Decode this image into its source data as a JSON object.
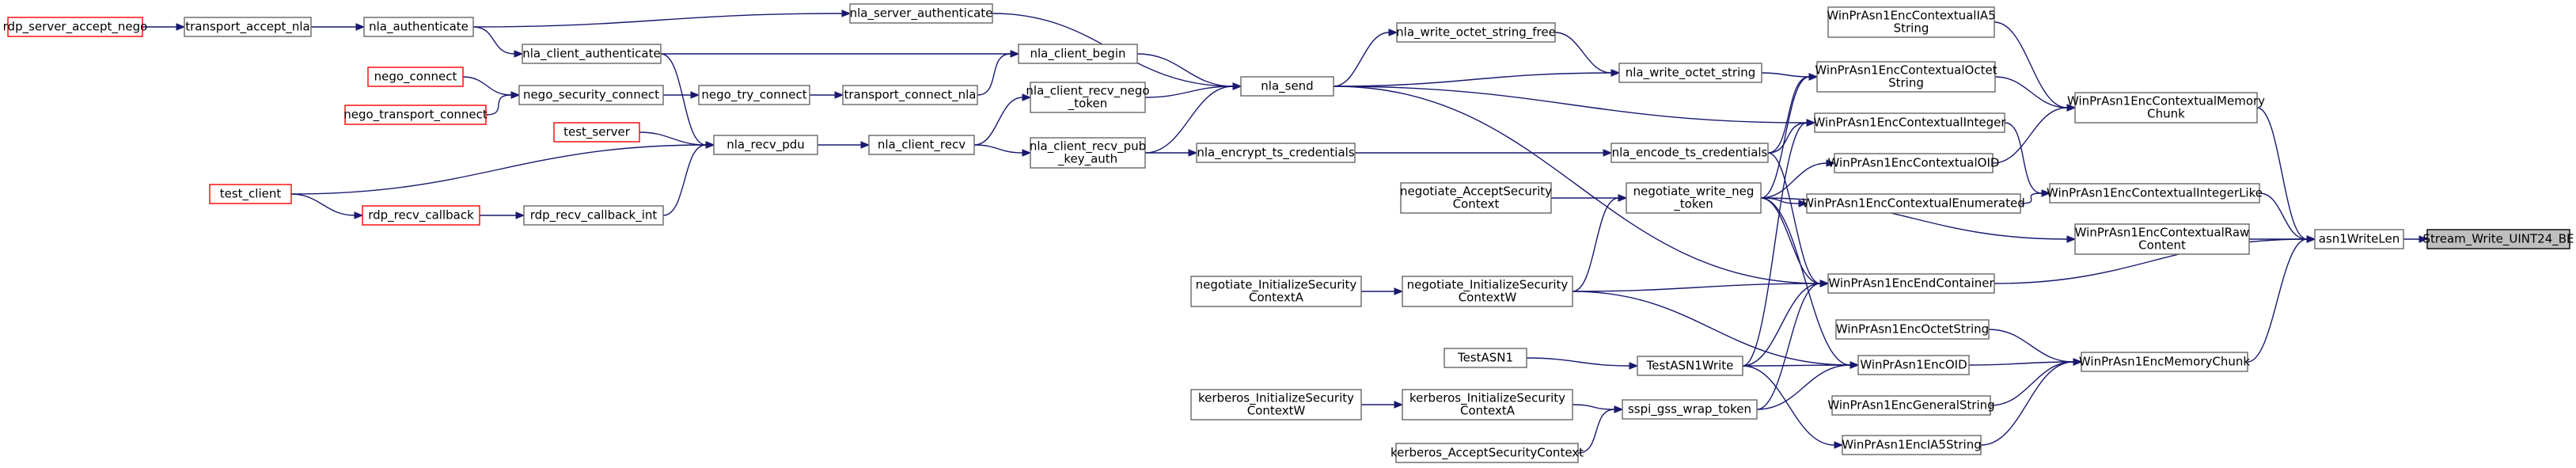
{
  "graph": {
    "colors": {
      "edge": "#191970",
      "border": "#666666",
      "truncated_border": "#ff0000",
      "focus_fill": "#bfbfbf"
    },
    "nodes": {
      "rdp_server_accept_nego": {
        "lines": [
          "rdp_server_accept_nego"
        ],
        "truncated": true
      },
      "transport_accept_nla": {
        "lines": [
          "transport_accept_nla"
        ]
      },
      "nla_authenticate": {
        "lines": [
          "nla_authenticate"
        ]
      },
      "nla_server_authenticate": {
        "lines": [
          "nla_server_authenticate"
        ]
      },
      "nla_client_authenticate": {
        "lines": [
          "nla_client_authenticate"
        ]
      },
      "nla_client_begin": {
        "lines": [
          "nla_client_begin"
        ]
      },
      "nego_connect": {
        "lines": [
          "nego_connect"
        ],
        "truncated": true
      },
      "nego_security_connect": {
        "lines": [
          "nego_security_connect"
        ]
      },
      "nego_try_connect": {
        "lines": [
          "nego_try_connect"
        ]
      },
      "transport_connect_nla": {
        "lines": [
          "transport_connect_nla"
        ]
      },
      "nego_transport_connect": {
        "lines": [
          "nego_transport_connect"
        ],
        "truncated": true
      },
      "test_server": {
        "lines": [
          "test_server"
        ],
        "truncated": true
      },
      "nla_recv_pdu": {
        "lines": [
          "nla_recv_pdu"
        ]
      },
      "nla_client_recv": {
        "lines": [
          "nla_client_recv"
        ]
      },
      "nla_client_recv_nego_token": {
        "lines": [
          "nla_client_recv_nego",
          "_token"
        ]
      },
      "nla_client_recv_pub_key_auth": {
        "lines": [
          "nla_client_recv_pub",
          "_key_auth"
        ]
      },
      "test_client": {
        "lines": [
          "test_client"
        ],
        "truncated": true
      },
      "rdp_recv_callback": {
        "lines": [
          "rdp_recv_callback"
        ],
        "truncated": true
      },
      "rdp_recv_callback_int": {
        "lines": [
          "rdp_recv_callback_int"
        ]
      },
      "nla_send": {
        "lines": [
          "nla_send"
        ]
      },
      "nla_write_octet_string_free": {
        "lines": [
          "nla_write_octet_string_free"
        ]
      },
      "nla_write_octet_string": {
        "lines": [
          "nla_write_octet_string"
        ]
      },
      "nla_encrypt_ts_credentials": {
        "lines": [
          "nla_encrypt_ts_credentials"
        ]
      },
      "nla_encode_ts_credentials": {
        "lines": [
          "nla_encode_ts_credentials"
        ]
      },
      "negotiate_AcceptSecurityContext": {
        "lines": [
          "negotiate_AcceptSecurity",
          "Context"
        ]
      },
      "negotiate_write_neg_token": {
        "lines": [
          "negotiate_write_neg",
          "_token"
        ]
      },
      "negotiate_InitializeSecurityContextA": {
        "lines": [
          "negotiate_InitializeSecurity",
          "ContextA"
        ]
      },
      "negotiate_InitializeSecurityContextW": {
        "lines": [
          "negotiate_InitializeSecurity",
          "ContextW"
        ]
      },
      "TestASN1": {
        "lines": [
          "TestASN1"
        ]
      },
      "TestASN1Write": {
        "lines": [
          "TestASN1Write"
        ]
      },
      "kerberos_InitializeSecurityContextW": {
        "lines": [
          "kerberos_InitializeSecurity",
          "ContextW"
        ]
      },
      "kerberos_InitializeSecurityContextA": {
        "lines": [
          "kerberos_InitializeSecurity",
          "ContextA"
        ]
      },
      "sspi_gss_wrap_token": {
        "lines": [
          "sspi_gss_wrap_token"
        ]
      },
      "kerberos_AcceptSecurityContext": {
        "lines": [
          "kerberos_AcceptSecurityContext"
        ]
      },
      "WinPrAsn1EncContextualIA5String": {
        "lines": [
          "WinPrAsn1EncContextualIA5",
          "String"
        ]
      },
      "WinPrAsn1EncContextualOctetString": {
        "lines": [
          "WinPrAsn1EncContextualOctet",
          "String"
        ]
      },
      "WinPrAsn1EncContextualInteger": {
        "lines": [
          "WinPrAsn1EncContextualInteger"
        ]
      },
      "WinPrAsn1EncContextualOID": {
        "lines": [
          "WinPrAsn1EncContextualOID"
        ]
      },
      "WinPrAsn1EncContextualEnumerated": {
        "lines": [
          "WinPrAsn1EncContextualEnumerated"
        ]
      },
      "WinPrAsn1EncEndContainer": {
        "lines": [
          "WinPrAsn1EncEndContainer"
        ]
      },
      "WinPrAsn1EncOctetString": {
        "lines": [
          "WinPrAsn1EncOctetString"
        ]
      },
      "WinPrAsn1EncOID": {
        "lines": [
          "WinPrAsn1EncOID"
        ]
      },
      "WinPrAsn1EncGeneralString": {
        "lines": [
          "WinPrAsn1EncGeneralString"
        ]
      },
      "WinPrAsn1EncIA5String": {
        "lines": [
          "WinPrAsn1EncIA5String"
        ]
      },
      "WinPrAsn1EncContextualMemoryChunk": {
        "lines": [
          "WinPrAsn1EncContextualMemory",
          "Chunk"
        ]
      },
      "WinPrAsn1EncContextualIntegerLike": {
        "lines": [
          "WinPrAsn1EncContextualIntegerLike"
        ]
      },
      "WinPrAsn1EncContextualRawContent": {
        "lines": [
          "WinPrAsn1EncContextualRaw",
          "Content"
        ]
      },
      "WinPrAsn1EncMemoryChunk": {
        "lines": [
          "WinPrAsn1EncMemoryChunk"
        ]
      },
      "asn1WriteLen": {
        "lines": [
          "asn1WriteLen"
        ]
      },
      "Stream_Write_UINT24_BE": {
        "lines": [
          "Stream_Write_UINT24_BE"
        ],
        "focus": true
      }
    },
    "edges": [
      [
        "rdp_server_accept_nego",
        "transport_accept_nla"
      ],
      [
        "transport_accept_nla",
        "nla_authenticate"
      ],
      [
        "nla_authenticate",
        "nla_server_authenticate"
      ],
      [
        "nla_authenticate",
        "nla_client_authenticate"
      ],
      [
        "nla_server_authenticate",
        "nla_send"
      ],
      [
        "nla_client_authenticate",
        "nla_client_begin"
      ],
      [
        "nla_client_authenticate",
        "nla_recv_pdu"
      ],
      [
        "nla_client_begin",
        "nla_send"
      ],
      [
        "nego_connect",
        "nego_security_connect"
      ],
      [
        "nego_transport_connect",
        "nego_security_connect"
      ],
      [
        "nego_security_connect",
        "nego_try_connect"
      ],
      [
        "nego_try_connect",
        "transport_connect_nla"
      ],
      [
        "transport_connect_nla",
        "nla_client_begin"
      ],
      [
        "test_server",
        "nla_recv_pdu"
      ],
      [
        "test_client",
        "nla_recv_pdu"
      ],
      [
        "test_client",
        "rdp_recv_callback"
      ],
      [
        "rdp_recv_callback",
        "rdp_recv_callback_int"
      ],
      [
        "rdp_recv_callback_int",
        "nla_recv_pdu"
      ],
      [
        "nla_recv_pdu",
        "nla_client_recv"
      ],
      [
        "nla_client_recv",
        "nla_client_recv_nego_token"
      ],
      [
        "nla_client_recv",
        "nla_client_recv_pub_key_auth"
      ],
      [
        "nla_client_recv_nego_token",
        "nla_send"
      ],
      [
        "nla_client_recv_pub_key_auth",
        "nla_send"
      ],
      [
        "nla_client_recv_pub_key_auth",
        "nla_encrypt_ts_credentials"
      ],
      [
        "nla_send",
        "nla_write_octet_string_free"
      ],
      [
        "nla_send",
        "nla_write_octet_string"
      ],
      [
        "nla_send",
        "WinPrAsn1EncContextualInteger"
      ],
      [
        "nla_send",
        "WinPrAsn1EncEndContainer"
      ],
      [
        "nla_write_octet_string_free",
        "nla_write_octet_string"
      ],
      [
        "nla_write_octet_string",
        "WinPrAsn1EncContextualOctetString"
      ],
      [
        "nla_encrypt_ts_credentials",
        "nla_encode_ts_credentials"
      ],
      [
        "nla_encode_ts_credentials",
        "WinPrAsn1EncContextualOctetString"
      ],
      [
        "nla_encode_ts_credentials",
        "WinPrAsn1EncContextualInteger"
      ],
      [
        "nla_encode_ts_credentials",
        "WinPrAsn1EncEndContainer"
      ],
      [
        "negotiate_AcceptSecurityContext",
        "negotiate_write_neg_token"
      ],
      [
        "negotiate_InitializeSecurityContextA",
        "negotiate_InitializeSecurityContextW"
      ],
      [
        "negotiate_InitializeSecurityContextW",
        "negotiate_write_neg_token"
      ],
      [
        "negotiate_InitializeSecurityContextW",
        "WinPrAsn1EncEndContainer"
      ],
      [
        "negotiate_InitializeSecurityContextW",
        "WinPrAsn1EncOID"
      ],
      [
        "negotiate_write_neg_token",
        "WinPrAsn1EncContextualOctetString"
      ],
      [
        "negotiate_write_neg_token",
        "WinPrAsn1EncContextualOID"
      ],
      [
        "negotiate_write_neg_token",
        "WinPrAsn1EncContextualEnumerated"
      ],
      [
        "negotiate_write_neg_token",
        "WinPrAsn1EncContextualRawContent"
      ],
      [
        "negotiate_write_neg_token",
        "WinPrAsn1EncEndContainer"
      ],
      [
        "negotiate_write_neg_token",
        "WinPrAsn1EncOID"
      ],
      [
        "TestASN1",
        "TestASN1Write"
      ],
      [
        "TestASN1Write",
        "WinPrAsn1EncContextualInteger"
      ],
      [
        "TestASN1Write",
        "WinPrAsn1EncEndContainer"
      ],
      [
        "TestASN1Write",
        "WinPrAsn1EncOID"
      ],
      [
        "TestASN1Write",
        "WinPrAsn1EncIA5String"
      ],
      [
        "kerberos_InitializeSecurityContextW",
        "kerberos_InitializeSecurityContextA"
      ],
      [
        "kerberos_InitializeSecurityContextA",
        "sspi_gss_wrap_token"
      ],
      [
        "kerberos_AcceptSecurityContext",
        "sspi_gss_wrap_token"
      ],
      [
        "sspi_gss_wrap_token",
        "WinPrAsn1EncEndContainer"
      ],
      [
        "sspi_gss_wrap_token",
        "WinPrAsn1EncOID"
      ],
      [
        "WinPrAsn1EncContextualIA5String",
        "WinPrAsn1EncContextualMemoryChunk"
      ],
      [
        "WinPrAsn1EncContextualOctetString",
        "WinPrAsn1EncContextualMemoryChunk"
      ],
      [
        "WinPrAsn1EncContextualInteger",
        "WinPrAsn1EncContextualIntegerLike"
      ],
      [
        "WinPrAsn1EncContextualOID",
        "WinPrAsn1EncContextualMemoryChunk"
      ],
      [
        "WinPrAsn1EncContextualEnumerated",
        "WinPrAsn1EncContextualIntegerLike"
      ],
      [
        "WinPrAsn1EncEndContainer",
        "asn1WriteLen"
      ],
      [
        "WinPrAsn1EncOctetString",
        "WinPrAsn1EncMemoryChunk"
      ],
      [
        "WinPrAsn1EncOID",
        "WinPrAsn1EncMemoryChunk"
      ],
      [
        "WinPrAsn1EncGeneralString",
        "WinPrAsn1EncMemoryChunk"
      ],
      [
        "WinPrAsn1EncIA5String",
        "WinPrAsn1EncMemoryChunk"
      ],
      [
        "WinPrAsn1EncContextualMemoryChunk",
        "asn1WriteLen"
      ],
      [
        "WinPrAsn1EncContextualIntegerLike",
        "asn1WriteLen"
      ],
      [
        "WinPrAsn1EncContextualRawContent",
        "asn1WriteLen"
      ],
      [
        "WinPrAsn1EncMemoryChunk",
        "asn1WriteLen"
      ],
      [
        "asn1WriteLen",
        "Stream_Write_UINT24_BE"
      ]
    ]
  }
}
